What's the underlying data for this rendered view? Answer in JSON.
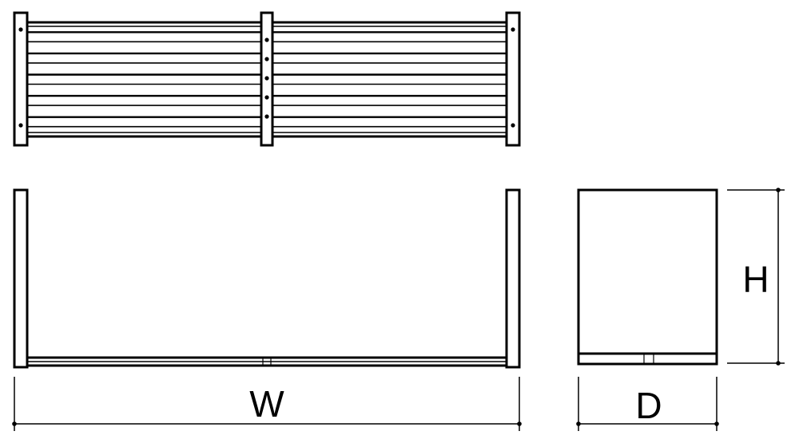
{
  "diagram": {
    "views": [
      "top-view",
      "front-view",
      "side-view"
    ],
    "dimensions": {
      "width_label": "W",
      "depth_label": "D",
      "height_label": "H"
    },
    "top_view": {
      "slat_count": 5,
      "post_count": 3,
      "bolt_holes_center_post": 5
    }
  }
}
